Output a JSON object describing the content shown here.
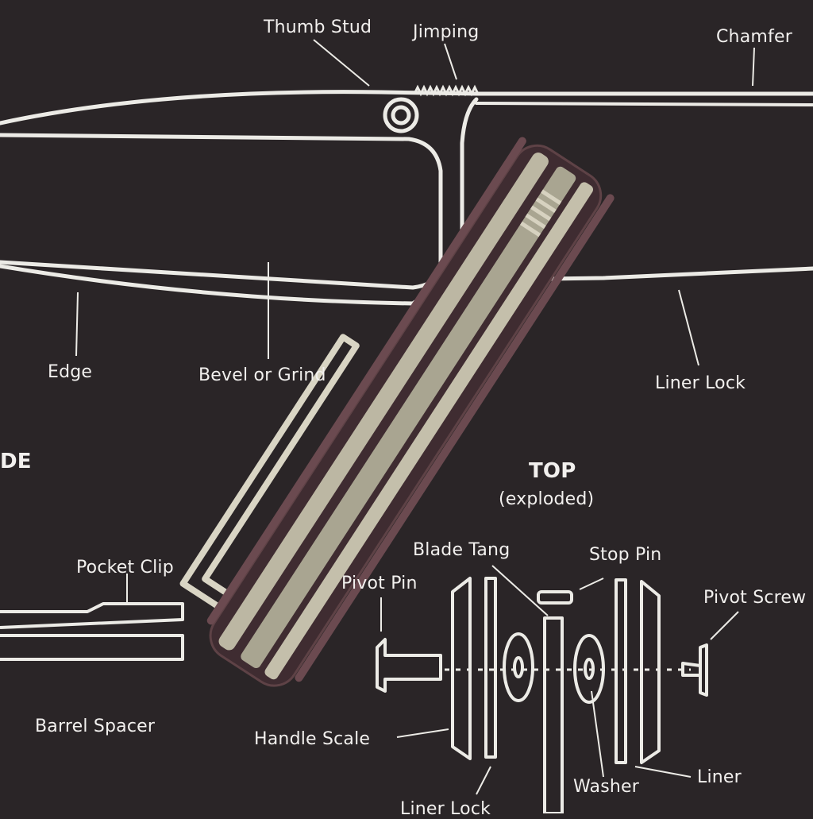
{
  "scene": {
    "description_labels": {
      "thumb_stud": "Thumb Stud",
      "jimping": "Jimping",
      "chamfer": "Chamfer",
      "edge": "Edge",
      "bevel": "Bevel or Grind",
      "liner_lock": "Liner Lock",
      "side_fragment": "DE",
      "top": "TOP",
      "exploded": "(exploded)",
      "blade_tang": "Blade Tang",
      "stop_pin": "Stop Pin",
      "pivot_pin": "Pivot Pin",
      "pivot_screw": "Pivot Screw",
      "pocket_clip": "Pocket Clip",
      "barrel_spacer": "Barrel Spacer",
      "handle_scale": "Handle Scale",
      "washer": "Washer",
      "liner": "Liner",
      "liner_lock_bottom": "Liner Lock"
    },
    "colors": {
      "mat": "#2a2527",
      "line": "#ecebe6",
      "handle": "#4a3036",
      "steel": "#bdb8a6"
    }
  }
}
